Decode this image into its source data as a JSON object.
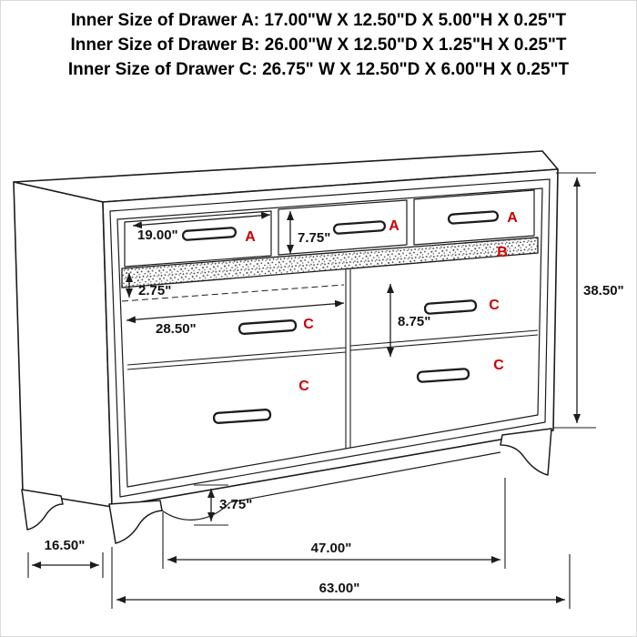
{
  "page": {
    "background": "#ffffff",
    "border_color": "#d9d9d9"
  },
  "title_lines": [
    "Inner Size of Drawer A: 17.00\"W X 12.50\"D X 5.00\"H X 0.25\"T",
    "Inner Size of Drawer B: 26.00\"W X 12.50\"D X 1.25\"H X 0.25\"T",
    "Inner Size of Drawer C: 26.75\" W X 12.50\"D X 6.00\"H X 0.25\"T"
  ],
  "drawer_labels": {
    "a1": "A",
    "a2": "A",
    "a3": "A",
    "b": "B",
    "c_left_top": "C",
    "c_left_bottom": "C",
    "c_right_top": "C",
    "c_right_bottom": "C"
  },
  "dimensions": {
    "drawer_a_width": "19.00\"",
    "drawer_a_height": "7.75\"",
    "drawer_b_height": "2.75\"",
    "drawer_c_width": "28.50\"",
    "drawer_c_height": "8.75\"",
    "overall_height": "38.50\"",
    "base_height": "3.75\"",
    "depth": "16.50\"",
    "inner_width": "47.00\"",
    "overall_width": "63.00\""
  },
  "colors": {
    "line": "#1c1c1c",
    "label_red": "#cc0000",
    "dimension_text": "#111111"
  }
}
